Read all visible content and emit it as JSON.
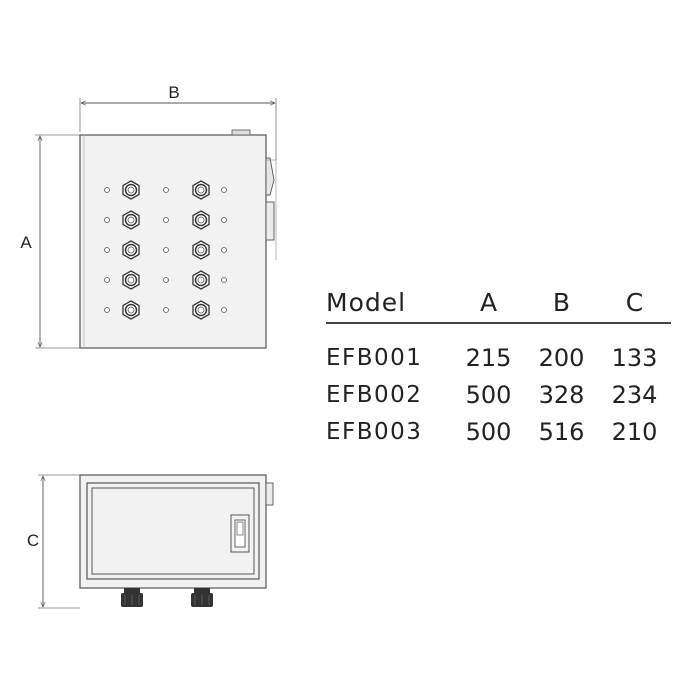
{
  "dimensions": {
    "a": "A",
    "b": "B",
    "c": "C"
  },
  "table": {
    "headers": [
      "Model",
      "A",
      "B",
      "C"
    ],
    "rows": [
      {
        "model": "EFB001",
        "a": "215",
        "b": "200",
        "c": "133"
      },
      {
        "model": "EFB002",
        "a": "500",
        "b": "328",
        "c": "234"
      },
      {
        "model": "EFB003",
        "a": "500",
        "b": "516",
        "c": "210"
      }
    ]
  },
  "colors": {
    "line": "#555555",
    "fill": "#f2f2f2",
    "text": "#222222",
    "gland": "#333333"
  }
}
